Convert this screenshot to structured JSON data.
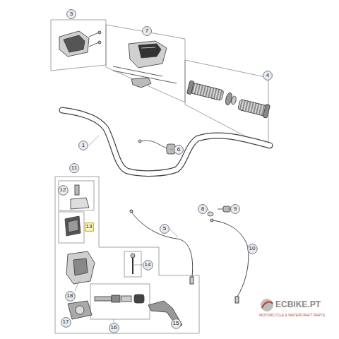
{
  "diagram": {
    "nodes": [
      {
        "text": [
          "3"
        ]
      },
      {
        "text": [
          "7"
        ]
      },
      {
        "text": [
          "4"
        ]
      },
      {
        "text": [
          "1"
        ]
      },
      {
        "text": [
          "6"
        ]
      },
      {
        "text": [
          "11"
        ]
      },
      {
        "text": [
          "12"
        ]
      },
      {
        "text": [
          "13"
        ]
      },
      {
        "text": [
          "5"
        ]
      },
      {
        "text": [
          "8"
        ]
      },
      {
        "text": [
          "9"
        ]
      },
      {
        "text": [
          "10"
        ]
      },
      {
        "text": [
          "14"
        ]
      },
      {
        "text": [
          "18"
        ]
      },
      {
        "text": [
          "17"
        ]
      },
      {
        "text": [
          "16"
        ]
      },
      {
        "text": [
          "15"
        ]
      }
    ],
    "labels": [
      "ECBIKE.PT",
      "MOTORCYCLE & WATERCRAFT PARTS"
    ]
  }
}
